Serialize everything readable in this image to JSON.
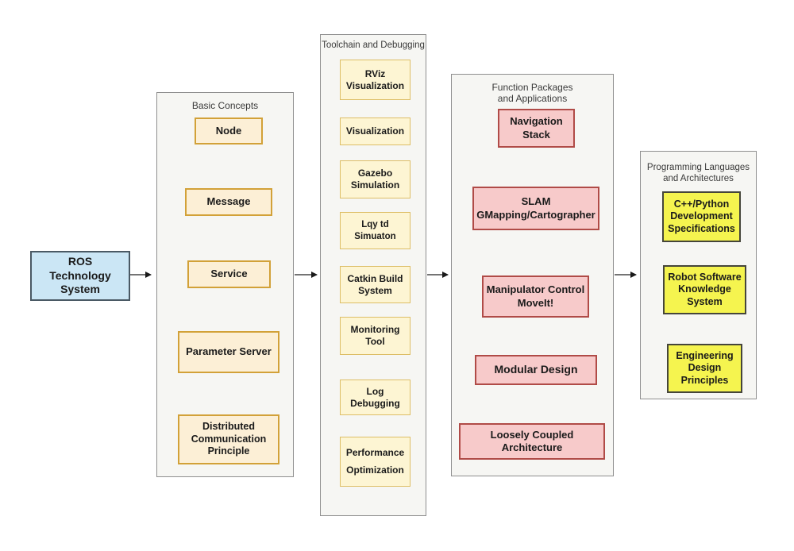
{
  "root": {
    "label": "ROS\nTechnology\nSystem"
  },
  "panels": {
    "basic": {
      "title": "Basic Concepts",
      "nodes": [
        {
          "label": "Node"
        },
        {
          "label": "Message"
        },
        {
          "label": "Service"
        },
        {
          "label": "Parameter Server"
        },
        {
          "label": "Distributed\nCommunication\nPrinciple"
        }
      ]
    },
    "toolchain": {
      "title": "Toolchain and Debugging",
      "nodes": [
        {
          "label": "RViz\nVisualization"
        },
        {
          "label": "Visualization"
        },
        {
          "label": "Gazebo\nSimulation"
        },
        {
          "label": "Lqy td\nSimuaton"
        },
        {
          "label": "Catkin Build\nSystem"
        },
        {
          "label": "Monitoring\nTool"
        },
        {
          "label": "Log\nDebugging"
        },
        {
          "label": "Performance\nOptimization"
        }
      ]
    },
    "function": {
      "title": "Function Packages\nand Applications",
      "nodes": [
        {
          "label": "Navigation\nStack"
        },
        {
          "label": "SLAM\nGMapping/Cartographer"
        },
        {
          "label": "Manipulator Control\nMoveIt!"
        },
        {
          "label": "Modular Design"
        },
        {
          "label": "Loosely Coupled Architecture"
        }
      ]
    },
    "programming": {
      "title": "Programming Languages\nand Architectures",
      "nodes": [
        {
          "label": "C++/Python\nDevelopment\nSpecifications"
        },
        {
          "label": "Robot Software\nKnowledge\nSystem"
        },
        {
          "label": "Engineering\nDesign\nPrinciples"
        }
      ]
    }
  },
  "colors": {
    "root_fill": "#cbe6f5",
    "root_border": "#4a5964",
    "basic_fill": "#fcefd6",
    "basic_border": "#d2a138",
    "toolchain_fill": "#fdf5d3",
    "toolchain_border": "#ddbe66",
    "function_fill": "#f7caca",
    "function_border": "#b04b47",
    "programming_fill": "#f5f44f",
    "programming_border": "#45453a",
    "panel_fill": "#f6f6f3",
    "panel_border": "#8f8f8f",
    "arrow": "#222222"
  }
}
